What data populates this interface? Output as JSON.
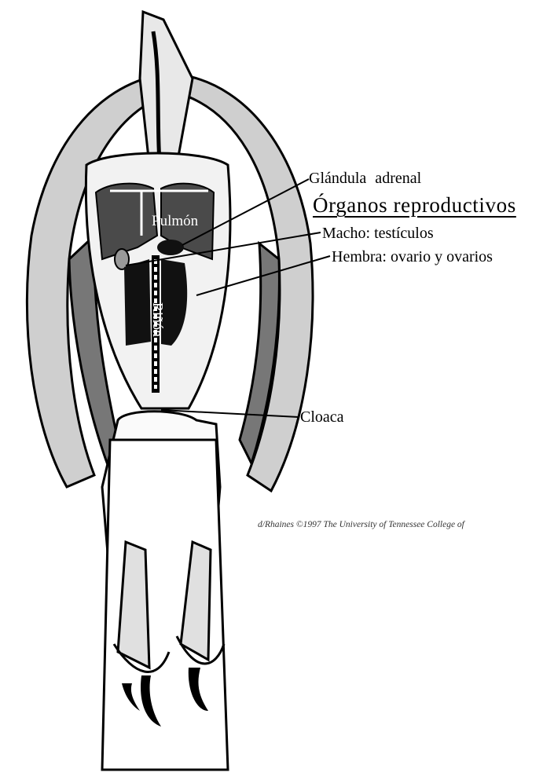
{
  "labels": {
    "adrenal": "Glándula   adrenal",
    "title": "Órganos reproductivos",
    "male": "Macho: testículos",
    "female": "Hembra: ovario y ovarios",
    "cloaca": "Cloaca",
    "lung": "Pulmón",
    "kidney": "Riñón"
  },
  "credit": "d/Rhaines ©1997 The University of Tennessee College of"
}
